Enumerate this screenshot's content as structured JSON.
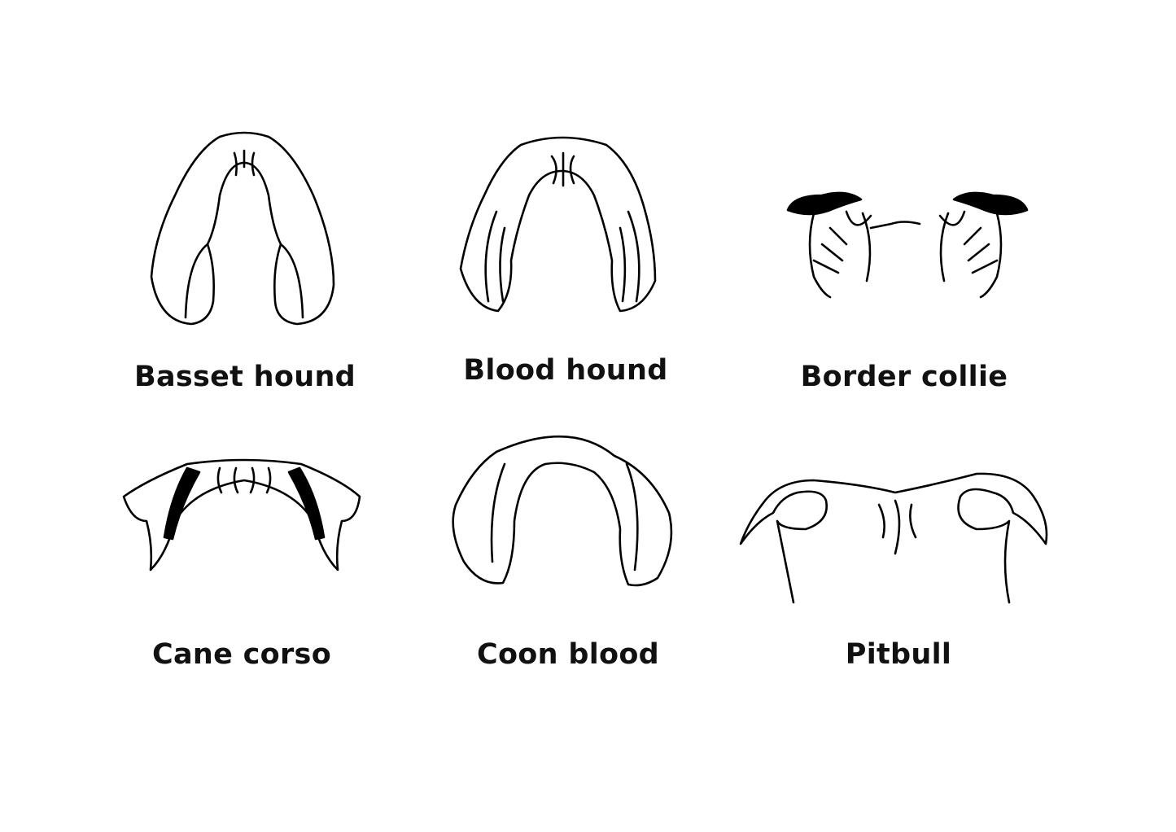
{
  "title": "Dog ear types",
  "breeds": [
    {
      "name": "Basset hound",
      "icon": "basset-hound-ears-icon"
    },
    {
      "name": "Blood hound",
      "icon": "blood-hound-ears-icon"
    },
    {
      "name": "Border collie",
      "icon": "border-collie-ears-icon"
    },
    {
      "name": "Cane corso",
      "icon": "cane-corso-ears-icon"
    },
    {
      "name": "Coon blood",
      "icon": "coon-blood-ears-icon"
    },
    {
      "name": "Pitbull",
      "icon": "pitbull-ears-icon"
    }
  ],
  "colors": {
    "line": "#000000",
    "background": "#ffffff"
  }
}
